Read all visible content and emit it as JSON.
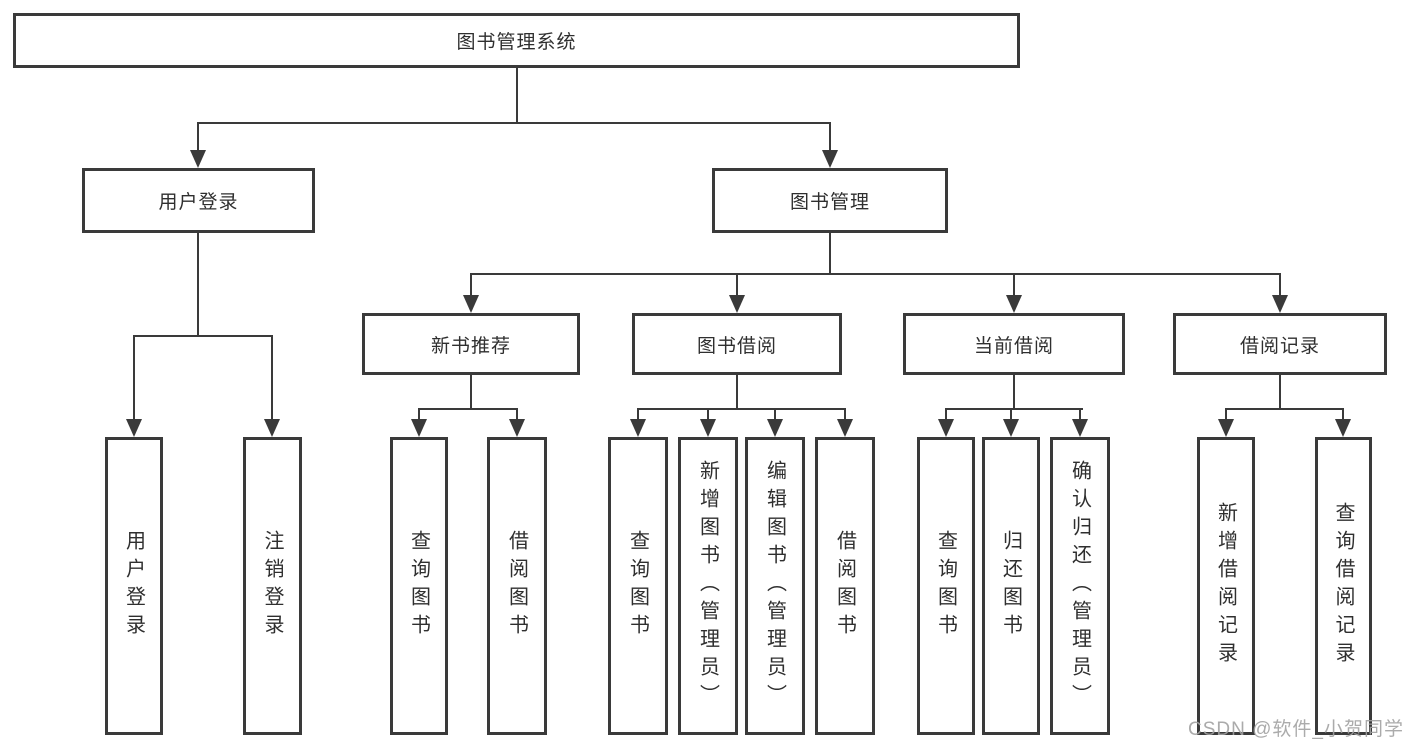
{
  "nodes": {
    "root": "图书管理系统",
    "user_login": "用户登录",
    "book_management": "图书管理",
    "new_book_recommend": "新书推荐",
    "book_borrowing": "图书借阅",
    "current_borrowing": "当前借阅",
    "borrowing_records": "借阅记录",
    "leaf_user_login": "用户登录",
    "leaf_logout": "注销登录",
    "leaf_query_book_a": "查询图书",
    "leaf_borrow_book_a": "借阅图书",
    "leaf_query_book_b": "查询图书",
    "leaf_add_book_admin": "新增图书（管理员）",
    "leaf_edit_book_admin": "编辑图书（管理员）",
    "leaf_borrow_book_b": "借阅图书",
    "leaf_query_book_c": "查询图书",
    "leaf_return_book": "归还图书",
    "leaf_confirm_return_admin": "确认归还（管理员）",
    "leaf_add_borrow_record": "新增借阅记录",
    "leaf_query_borrow_record": "查询借阅记录"
  },
  "watermark": "CSDN @软件_小贺同学",
  "colors": {
    "line": "#3a3a3a",
    "text": "#2f2f2f",
    "watermark": "#a2a2a2"
  }
}
